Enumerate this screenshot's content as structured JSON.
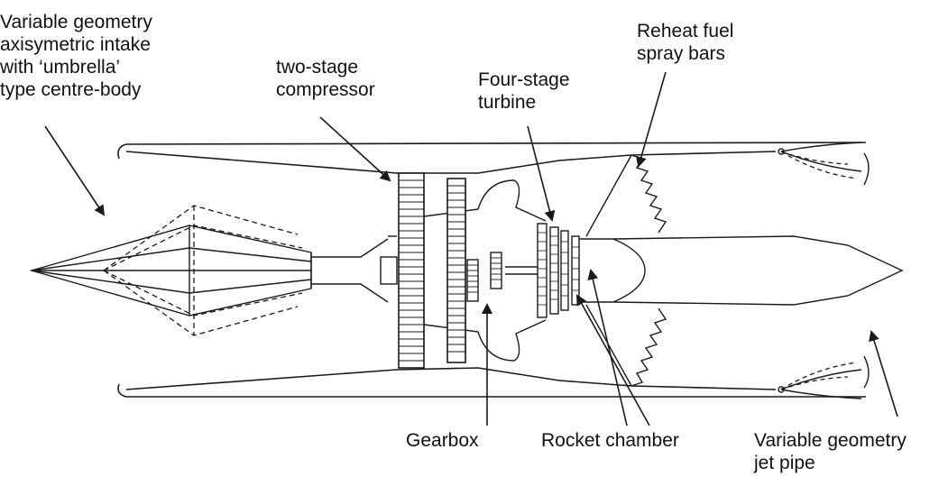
{
  "labels": {
    "intake": [
      "Variable geometry",
      "axisymetric intake",
      "with ‘umbrella’",
      "type centre-body"
    ],
    "compressor": [
      "two-stage",
      "compressor"
    ],
    "turbine": [
      "Four-stage",
      "turbine"
    ],
    "reheat": [
      "Reheat fuel",
      "spray bars"
    ],
    "gearbox": "Gearbox",
    "rocket": "Rocket chamber",
    "jetpipe": [
      "Variable geometry",
      "jet pipe"
    ]
  },
  "colors": {
    "ink": "#1a1a1a",
    "background": "#ffffff"
  }
}
